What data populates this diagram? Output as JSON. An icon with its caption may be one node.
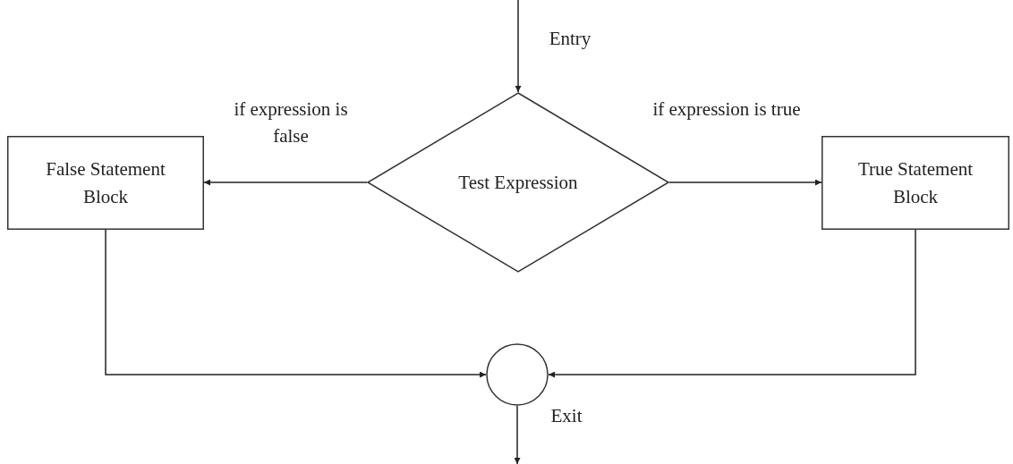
{
  "diagram": {
    "nodes": [
      {
        "text": [
          "Test Expression"
        ]
      },
      {
        "text": [
          "False Statement Block"
        ]
      },
      {
        "text": [
          "True Statement Block"
        ]
      },
      {
        "text": [],
        "shape": "circle"
      }
    ],
    "edges": [
      {
        "from": null,
        "to": 0,
        "arrow": "to",
        "label": "Entry"
      },
      {
        "from": 0,
        "to": 1,
        "arrow": "to",
        "label": "if expression is false"
      },
      {
        "from": 0,
        "to": 2,
        "arrow": "to",
        "label": "if expression is true"
      },
      {
        "from": 1,
        "to": 3,
        "arrow": "to"
      },
      {
        "from": 2,
        "to": 3,
        "arrow": "to"
      },
      {
        "from": 3,
        "to": null,
        "arrow": "to",
        "label": "Exit"
      }
    ]
  }
}
